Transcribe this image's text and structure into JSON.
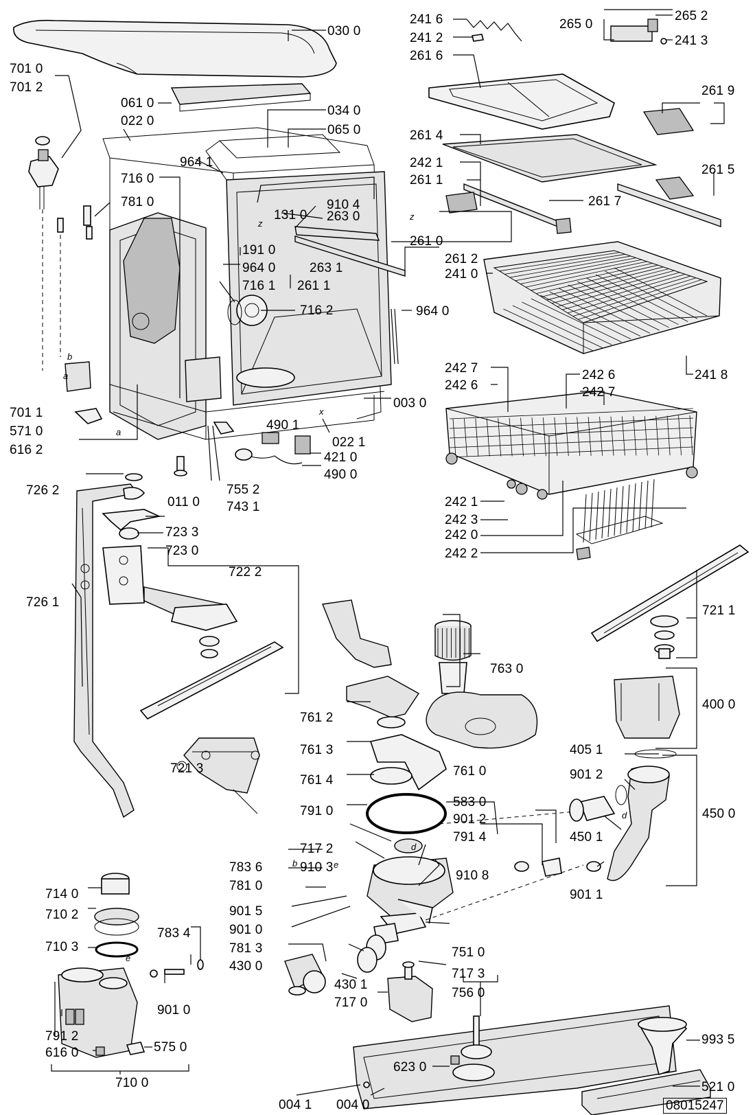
{
  "labels": {
    "p0300": "030 0",
    "p7010": "701 0",
    "p7012": "701 2",
    "p0610": "061 0",
    "p0220": "022 0",
    "p0340": "034 0",
    "p0650": "065 0",
    "p9641a": "964 1",
    "p7160": "716 0",
    "p7810a": "781 0",
    "p9104": "910 4",
    "p1310": "131 0",
    "p2630": "263 0",
    "p1910": "191 0",
    "p9640a": "964 0",
    "p7161": "716 1",
    "p2631": "263 1",
    "p2611a": "261 1",
    "p7162": "716 2",
    "p9640b": "964 0",
    "p7011": "701 1",
    "p5710": "571 0",
    "p6162": "616 2",
    "p0030": "003 0",
    "p4901": "490 1",
    "p0221": "022 1",
    "p4210": "421 0",
    "p4900": "490 0",
    "p0110": "011 0",
    "p7552": "755 2",
    "p7431": "743 1",
    "p2416": "241 6",
    "p2412": "241 2",
    "p2650": "265 0",
    "p2652": "265 2",
    "p2413": "241 3",
    "p2616": "261 6",
    "p2619": "261 9",
    "p2614": "261 4",
    "p2421a": "242 1",
    "p2611b": "261 1",
    "p2615": "261 5",
    "p2617": "261 7",
    "p2610": "261 0",
    "p2612": "261 2",
    "p2410": "241 0",
    "p2418": "241 8",
    "p2427a": "242 7",
    "p2426a": "242 6",
    "p2426b": "242 6",
    "p2427b": "242 7",
    "p2421b": "242 1",
    "p2423": "242 3",
    "p2420": "242 0",
    "p2422": "242 2",
    "p7262": "726 2",
    "p7233": "723 3",
    "p7230": "723 0",
    "p7222": "722 2",
    "p7261": "726 1",
    "p7211": "721 1",
    "p7630": "763 0",
    "p4000": "400 0",
    "p7612": "761 2",
    "p7613": "761 3",
    "p7610": "761 0",
    "p4051": "405 1",
    "p7213": "721 3",
    "p7614": "761 4",
    "p9012a": "901 2",
    "p4500": "450 0",
    "p7910": "791 0",
    "p5830": "583 0",
    "p9012b": "901 2",
    "p4501": "450 1",
    "p7172": "717 2",
    "p7914": "791 4",
    "p9103": "910 3",
    "p9108": "910 8",
    "p7836": "783 6",
    "p7810b": "781 0",
    "p9011": "901 1",
    "p7140": "714 0",
    "p9015": "901 5",
    "p7102": "710 2",
    "p9010a": "901 0",
    "p7834": "783 4",
    "p7813": "781 3",
    "p7510": "751 0",
    "p7103": "710 3",
    "p4300": "430 0",
    "p7173": "717 3",
    "p4301": "430 1",
    "p7560": "756 0",
    "p7170": "717 0",
    "p9010b": "901 0",
    "p9935": "993 5",
    "p7912": "791 2",
    "p5750": "575 0",
    "p6160": "616 0",
    "p6230": "623 0",
    "p5210": "521 0",
    "p7100": "710 0",
    "p0041": "004 1",
    "p0040": "004 0"
  },
  "letters": {
    "a1": "a",
    "b1": "b",
    "a2": "a",
    "x1": "x",
    "z1": "z",
    "z2": "z",
    "b2": "b",
    "e1": "e",
    "e2": "e",
    "d1": "d",
    "d2": "d"
  },
  "document_id": "08015247"
}
